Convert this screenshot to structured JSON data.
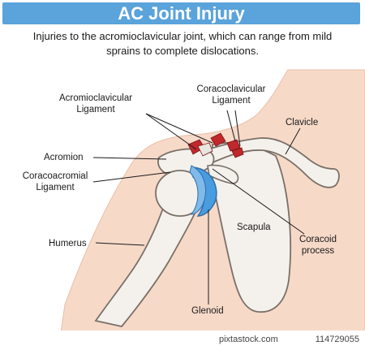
{
  "header": {
    "title": "AC Joint Injury",
    "subtitle": "Injuries to the acromioclavicular joint, which can range from mild sprains to complete dislocations."
  },
  "labels": {
    "acromioclavicular_ligament": "Acromioclavicular Ligament",
    "coracoclavicular_ligament": "Coracoclavicular Ligament",
    "clavicle": "Clavicle",
    "acromion": "Acromion",
    "coracoacromial_ligament": "Coracoacromial Ligament",
    "humerus": "Humerus",
    "scapula": "Scapula",
    "coracoid_process": "Coracoid process",
    "glenoid": "Glenoid"
  },
  "footer": {
    "site": "pixtastock.com",
    "image_number": "114729055"
  },
  "colors": {
    "banner": "#5aa3db",
    "skin": "#f7d9c8",
    "bone": "#f4f1ec",
    "bone_outline": "#7a7068",
    "cartilage": "#4a9ce0",
    "ligament": "#c0282c"
  }
}
